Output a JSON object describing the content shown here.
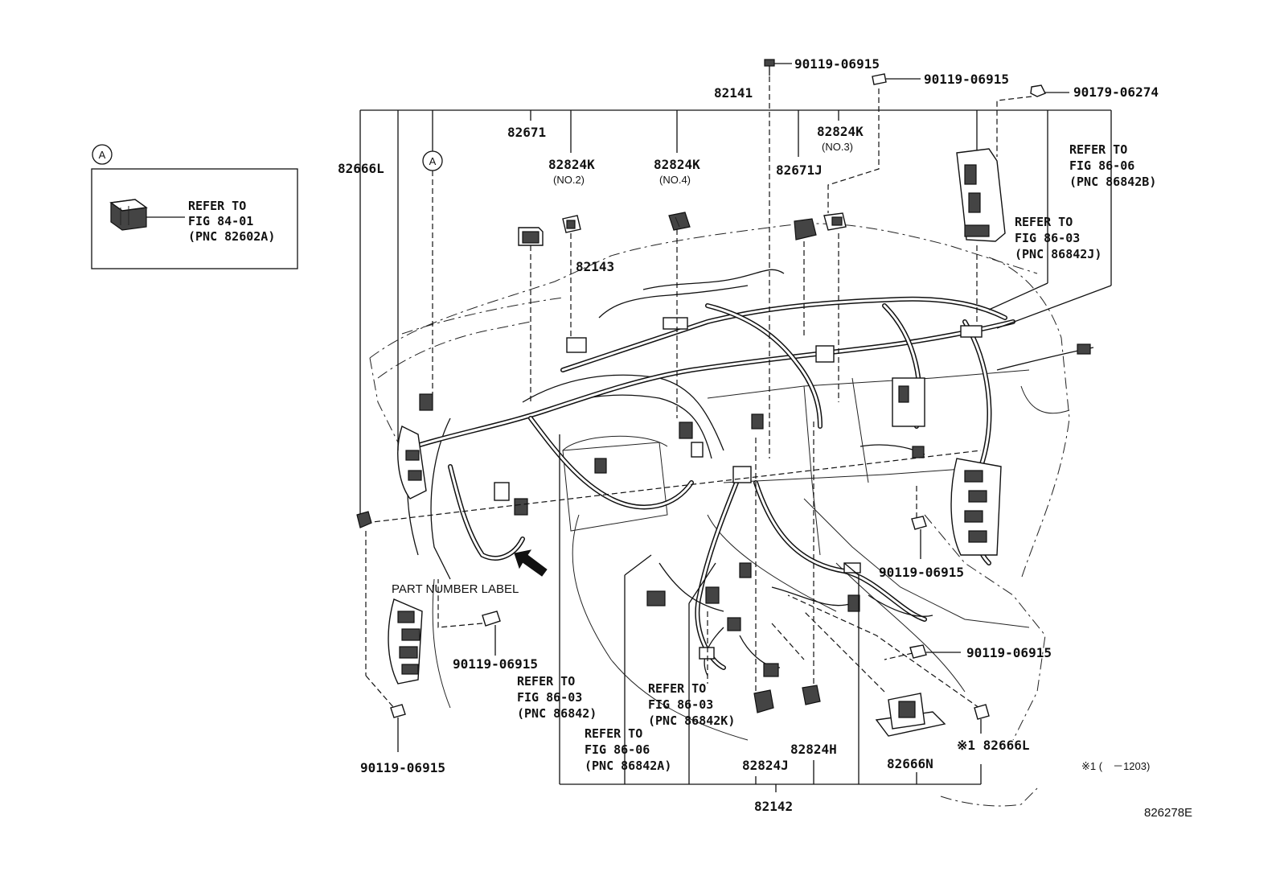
{
  "figure_id": "826278E",
  "footnote": "※1 (　－1203)",
  "arrow_label": "PART NUMBER LABEL",
  "inset": {
    "marker": "A",
    "refer_lines": [
      "REFER TO",
      "FIG 84-01",
      "(PNC 82602A)"
    ]
  },
  "callout_marker": "A",
  "parts": {
    "p82141": "82141",
    "p82142": "82142",
    "p82143": "82143",
    "p82671": "82671",
    "p82671J": "82671J",
    "p82666L_top": "82666L",
    "p82666L_bottom": "※1 82666L",
    "p82666N": "82666N",
    "p82824K_no2": "82824K",
    "p82824K_no2_sub": "(NO.2)",
    "p82824K_no4": "82824K",
    "p82824K_no4_sub": "(NO.4)",
    "p82824K_no3": "82824K",
    "p82824K_no3_sub": "(NO.3)",
    "p82824J": "82824J",
    "p82824H": "82824H"
  },
  "bolts": {
    "b_top1": "90119-06915",
    "b_top2": "90119-06915",
    "b_clip": "90179-06274",
    "b_right_mid": "90119-06915",
    "b_right_low": "90119-06915",
    "b_left_mid": "90119-06915",
    "b_left_low": "90119-06915"
  },
  "refers": {
    "r_8606B": [
      "REFER TO",
      "FIG 86-06",
      "(PNC 86842B)"
    ],
    "r_8603J": [
      "REFER TO",
      "FIG 86-03",
      "(PNC 86842J)"
    ],
    "r_8603": [
      "REFER TO",
      "FIG 86-03",
      "(PNC 86842)"
    ],
    "r_8603K": [
      "REFER TO",
      "FIG 86-03",
      "(PNC 86842K)"
    ],
    "r_8606A": [
      "REFER TO",
      "FIG 86-06",
      "(PNC 86842A)"
    ]
  }
}
